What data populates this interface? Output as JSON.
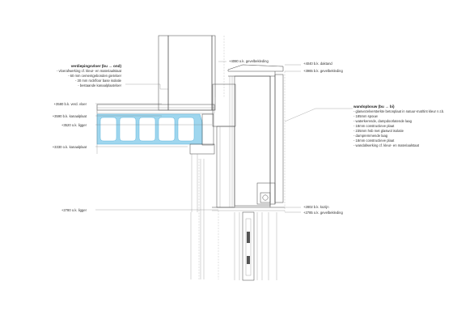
{
  "floor_spec": {
    "title": "verdiepingsvloer (bu → ond)",
    "lines": [
      "- vloerafwerking cf. kleur- en materiaalstaat",
      "- 60 mm cementgebonden gietvloer",
      "- 30 mm rockfloor base isolatie",
      "- bestaande kanaalplaatvloer"
    ]
  },
  "wall_spec": {
    "title": "wandopbouw (bu → bi)",
    "lines": [
      "- glasvezelversterkte betonplaat in natuur-mat/tint kleur n.t.b.",
      "- 185mm spouw",
      "- waterkerende, dampdoorlatende laag",
      "- 18mm constructieve plaat",
      "- 235mm hsb met glaswol isolatie",
      "- dampremmende laag",
      "- 18mm constructieve plaat",
      "- wandafwerking cf. kleur- en materiaalstaat"
    ]
  },
  "levels_left": [
    "+3580 b.k. verd. vloer",
    "+3590 b.k. kanaalplaat",
    "+3520 o.k. ligger",
    "+3330 o.k. kanaalplaat",
    "+2780 o.k. ligger"
  ],
  "levels_right": [
    "+4080 o.k. gevelbekleding",
    "+4040 b.k. daktand",
    "+3965 b.k. gevelbekleding",
    "+2802 b.k. kozijn",
    "+2785 o.k. gevelbekleding"
  ],
  "colors": {
    "hollowcore_fill": "#9fd6ee",
    "hollowcore_stroke": "#5ab4dc",
    "line": "#444444",
    "text": "#333333"
  }
}
